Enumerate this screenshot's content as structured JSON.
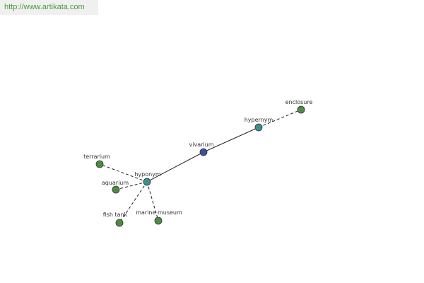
{
  "url_banner": "http://www.artikata.com",
  "colors": {
    "center_node": "#3d4f9e",
    "relation_node": "#3f8f8a",
    "term_node": "#4f8a44",
    "banner_text": "#4b9a3c",
    "banner_bg": "#f0f0f0"
  },
  "graph": {
    "nodes": [
      {
        "id": "vivarium",
        "label": "vivarium",
        "kind": "center"
      },
      {
        "id": "hypernym",
        "label": "hypernym",
        "kind": "relation"
      },
      {
        "id": "hyponym",
        "label": "hyponym",
        "kind": "relation"
      },
      {
        "id": "enclosure",
        "label": "enclosure",
        "kind": "term"
      },
      {
        "id": "terrarium",
        "label": "terrarium",
        "kind": "term"
      },
      {
        "id": "aquarium",
        "label": "aquarium",
        "kind": "term"
      },
      {
        "id": "fish_tank",
        "label": "fish tank",
        "kind": "term"
      },
      {
        "id": "marine_museum",
        "label": "marine museum",
        "kind": "term"
      }
    ],
    "edges": [
      {
        "from": "vivarium",
        "to": "hypernym",
        "style": "solid"
      },
      {
        "from": "vivarium",
        "to": "hyponym",
        "style": "solid"
      },
      {
        "from": "hypernym",
        "to": "enclosure",
        "style": "dashed"
      },
      {
        "from": "hyponym",
        "to": "terrarium",
        "style": "dashed"
      },
      {
        "from": "hyponym",
        "to": "aquarium",
        "style": "dashed"
      },
      {
        "from": "hyponym",
        "to": "fish_tank",
        "style": "dashed"
      },
      {
        "from": "hyponym",
        "to": "marine_museum",
        "style": "dashed"
      }
    ]
  }
}
